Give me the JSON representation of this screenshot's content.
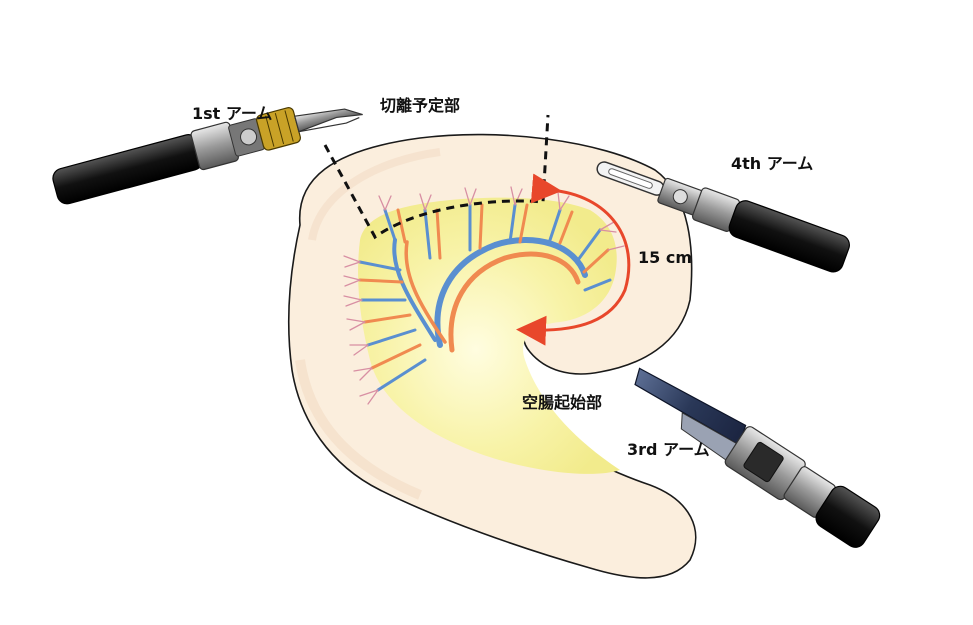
{
  "labels": {
    "arm1": "1st アーム",
    "cut_line": "切離予定部",
    "arm4": "4th アーム",
    "length": "15 cm",
    "jejunum_start": "空腸起始部",
    "arm3": "3rd アーム"
  },
  "colors": {
    "bowel_fill": "#fbeedd",
    "mesentery_fill": "#f7f1a4",
    "artery": "#f08a50",
    "vein": "#5a8fd0",
    "arrow": "#e8472b",
    "instrument_dark": "#1e1e1e",
    "instrument_metal": "#a8a8a8",
    "jaw_gold": "#c9a227",
    "stapler_blue": "#2f3f5f"
  },
  "icons": {
    "arm1": "grasper-icon",
    "arm4": "fenestrated-grasper-icon",
    "arm3": "stapler-icon"
  }
}
